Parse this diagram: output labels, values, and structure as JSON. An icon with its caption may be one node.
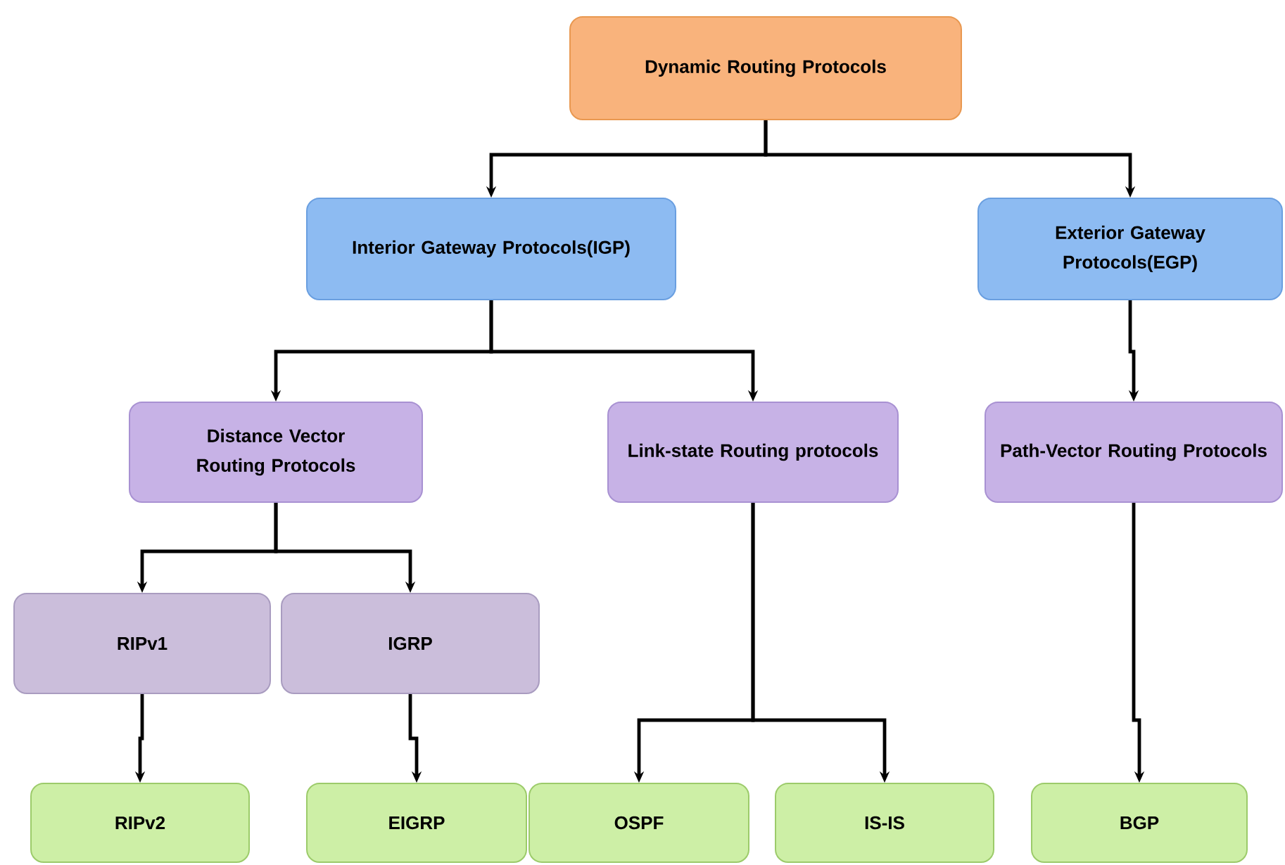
{
  "diagram": {
    "nodes": [
      {
        "text": [
          "Dynamic Routing Protocols"
        ]
      },
      {
        "text": [
          "Interior Gateway Protocols(IGP)"
        ]
      },
      {
        "text": [
          "Exterior Gateway Protocols(EGP)"
        ]
      },
      {
        "text": [
          "Distance Vector Routing Protocols"
        ]
      },
      {
        "text": [
          "Link-state Routing protocols"
        ]
      },
      {
        "text": [
          "Path-Vector Routing Protocols"
        ]
      },
      {
        "text": [
          "RIPv1"
        ]
      },
      {
        "text": [
          "IGRP"
        ]
      },
      {
        "text": [
          "RIPv2"
        ]
      },
      {
        "text": [
          "EIGRP"
        ]
      },
      {
        "text": [
          "OSPF"
        ]
      },
      {
        "text": [
          "IS-IS"
        ]
      },
      {
        "text": [
          "BGP"
        ]
      }
    ],
    "edges": [
      {
        "from": 0,
        "to": 1,
        "arrow": "to"
      },
      {
        "from": 0,
        "to": 2,
        "arrow": "to"
      },
      {
        "from": 1,
        "to": 3,
        "arrow": "to"
      },
      {
        "from": 1,
        "to": 4,
        "arrow": "to"
      },
      {
        "from": 2,
        "to": 5,
        "arrow": "to"
      },
      {
        "from": 3,
        "to": 6,
        "arrow": "to"
      },
      {
        "from": 3,
        "to": 7,
        "arrow": "to"
      },
      {
        "from": 6,
        "to": 8,
        "arrow": "to"
      },
      {
        "from": 7,
        "to": 9,
        "arrow": "to"
      },
      {
        "from": 4,
        "to": 10,
        "arrow": "to"
      },
      {
        "from": 4,
        "to": 11,
        "arrow": "to"
      },
      {
        "from": 5,
        "to": 12,
        "arrow": "to"
      }
    ]
  }
}
